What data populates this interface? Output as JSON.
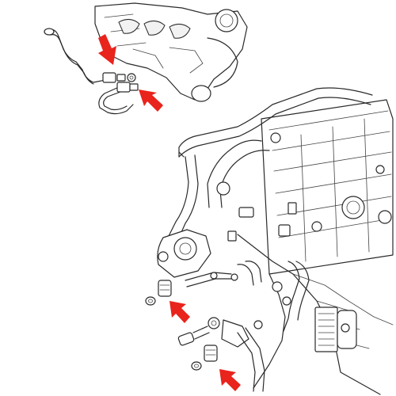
{
  "colors": {
    "line": "#2a2a2a",
    "arrow": "#e8241c",
    "background": "#ffffff"
  },
  "callouts": [
    {
      "id": "arrow-1",
      "points_to": "turbo-oil-line-upper-fitting"
    },
    {
      "id": "arrow-2",
      "points_to": "turbo-oil-line-lower-fitting"
    },
    {
      "id": "arrow-3",
      "points_to": "block-oil-fitting-upper"
    },
    {
      "id": "arrow-4",
      "points_to": "block-oil-fitting-lower"
    }
  ]
}
